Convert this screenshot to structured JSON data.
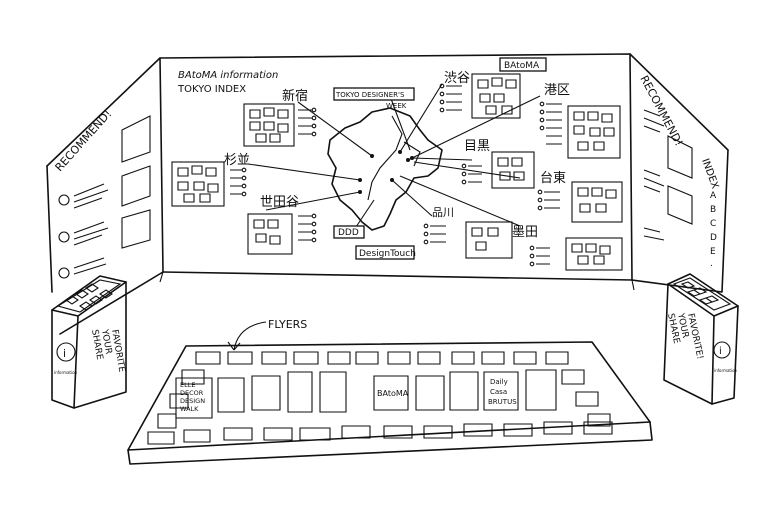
{
  "title": {
    "line1": "BAtoMA information",
    "line2": "TOKYO INDEX"
  },
  "districts": {
    "shinjuku": "新宿",
    "shibuya": "渋谷",
    "minato": "港区",
    "suginami": "杉並",
    "meguro": "目黒",
    "taito": "台東",
    "setagaya": "世田谷",
    "shinagawa": "品川",
    "sumida": "墨田"
  },
  "event_labels": {
    "tokyo_designers_week_1": "TOKYO DESIGNER'S",
    "tokyo_designers_week_2": "WEEK",
    "batoma": "BAtoMA",
    "ddd": "DDD",
    "design_touch": "DesignTouch"
  },
  "left_panel": {
    "heading": "RECOMMEND!"
  },
  "right_panel": {
    "heading": "RECOMMEND!",
    "index_heading": "INDEX",
    "index_letters": [
      "A",
      "B",
      "C",
      "D",
      "E",
      "."
    ]
  },
  "left_stand": {
    "line1": "SHARE",
    "line2": "YOUR",
    "line3": "FAVORITE",
    "info_icon": "i",
    "info_caption": "information"
  },
  "right_stand": {
    "line1": "SHARE",
    "line2": "YOUR",
    "line3": "FAVORITE!",
    "info_icon": "i",
    "info_caption": "information"
  },
  "flyers": {
    "label": "FLYERS",
    "elle_1": "ELLE",
    "elle_2": "DECOR",
    "elle_3": "DESIGN",
    "elle_4": "WALK",
    "batoma": "BAtoMA",
    "casa_1": "Daily",
    "casa_2": "Casa",
    "casa_3": "BRUTUS"
  }
}
